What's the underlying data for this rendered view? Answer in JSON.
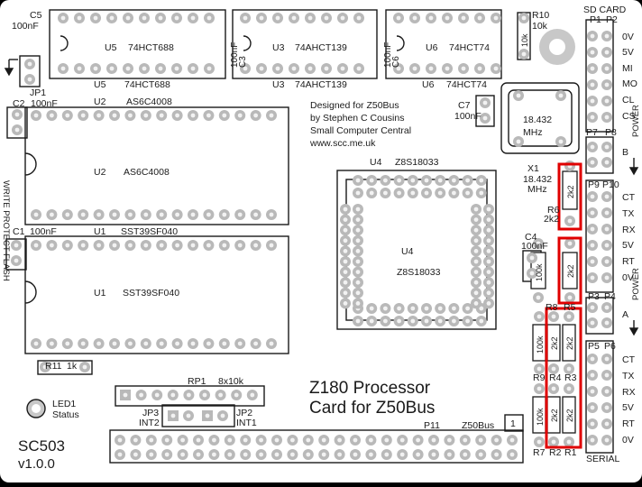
{
  "board": {
    "name": "SC503",
    "version": "v1.0.0",
    "title_line1": "Z180 Processor",
    "title_line2": "Card for Z50Bus",
    "credits": [
      "Designed for Z50Bus",
      "by Stephen C Cousins",
      "Small Computer Central",
      "www.scc.me.uk"
    ]
  },
  "labels": {
    "c5": "C5",
    "c5_val": "100nF",
    "u5_top": "U5",
    "u5_top_part": "74HCT688",
    "u5_bot": "U5",
    "u5_bot_part": "74HCT688",
    "c3": "C3",
    "c3_val": "100nF",
    "u3_top": "U3",
    "u3_top_part": "74AHCT139",
    "u3_bot": "U3",
    "u3_bot_part": "74AHCT139",
    "c6": "C6",
    "c6_val": "100nF",
    "u6_top": "U6",
    "u6_top_part": "74HCT74",
    "u6_bot": "U6",
    "u6_bot_part": "74HCT74",
    "r10": "R10",
    "r10_val": "10k",
    "r10_body": "10k",
    "jp1": "JP1",
    "write_protect": "WRITE PROTECT FLASH",
    "c2": "C2",
    "c2_val": "100nF",
    "u2_top": "U2",
    "u2_top_part": "AS6C4008",
    "u2_mid": "U2",
    "u2_mid_part": "AS6C4008",
    "c1": "C1",
    "c1_val": "100nF",
    "u1_top": "U1",
    "u1_top_part": "SST39SF040",
    "u1_mid": "U1",
    "u1_mid_part": "SST39SF040",
    "c7": "C7",
    "c7_val": "100nF",
    "xtal_freq": "18.432",
    "xtal_unit": "MHz",
    "x1": "X1",
    "x1_freq": "18.432",
    "x1_unit": "MHz",
    "u4_top": "U4",
    "u4_top_part": "Z8S18033",
    "u4_mid": "U4",
    "u4_mid_part": "Z8S18033",
    "r6": "R6",
    "r6_val": "2k2",
    "c4": "C4",
    "c4_val": "100nF",
    "r8": "R8",
    "r5": "R5",
    "r9": "R9",
    "r4": "R4",
    "r3": "R3",
    "r7": "R7",
    "r2": "R2",
    "r1": "R1",
    "r11": "R11",
    "r11_val": "1k",
    "rp1": "RP1",
    "rp1_val": "8x10k",
    "jp3": "JP3",
    "int2": "INT2",
    "jp2": "JP2",
    "int1": "INT1",
    "led1": "LED1",
    "led_status": "Status",
    "p11": "P11",
    "z50bus": "Z50Bus",
    "pin1": "1",
    "sd_card": "SD CARD",
    "p1": "P1",
    "p2": "P2",
    "p7": "P7",
    "p8": "P8",
    "power_b": "POWER",
    "b": "B",
    "p9": "P9",
    "p10": "P10",
    "p3": "P3",
    "p4": "P4",
    "power_a": "POWER",
    "a": "A",
    "p5": "P5",
    "p6": "P6",
    "serial": "SERIAL",
    "res_2k2": "2k2",
    "res_100k": "100k"
  },
  "sd_pins": [
    "0V",
    "5V",
    "MI",
    "MO",
    "CL",
    "CS"
  ],
  "serial_b_pins": [
    "CT",
    "TX",
    "RX",
    "5V",
    "RT",
    "0V"
  ],
  "serial_a_pins": [
    "CT",
    "TX",
    "RX",
    "5V",
    "RT",
    "0V"
  ],
  "colors": {
    "board": "#ffffff",
    "silk": "#1a1a1a",
    "pad": "#b9b9b9",
    "pad_hole": "#f2f2f2",
    "outline": "#000000",
    "highlight": "#e00000"
  }
}
